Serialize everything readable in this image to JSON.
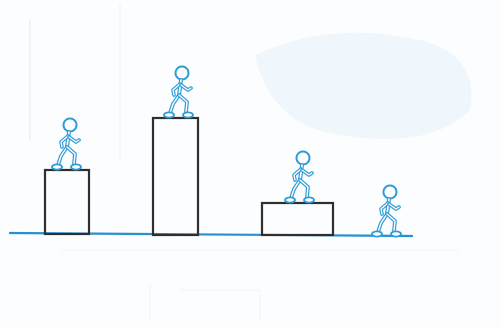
{
  "colors": {
    "figure_stroke": "#2f9bd6",
    "ground_line": "#2a8fcf",
    "box_stroke": "#2f2f2f",
    "faint_background": "#dfeff7"
  },
  "figures": [
    {
      "name": "figure-on-left-box",
      "icon": "stick-figure-icon"
    },
    {
      "name": "figure-on-tall-box",
      "icon": "stick-figure-icon"
    },
    {
      "name": "figure-on-low-box",
      "icon": "stick-figure-icon"
    },
    {
      "name": "figure-on-ground",
      "icon": "stick-figure-icon"
    }
  ],
  "boxes": [
    {
      "name": "left-box"
    },
    {
      "name": "tall-box"
    },
    {
      "name": "low-wide-box"
    }
  ]
}
